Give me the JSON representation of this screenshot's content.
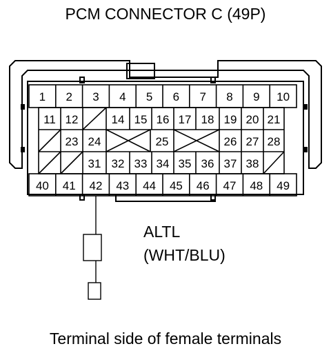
{
  "title": "PCM CONNECTOR C (49P)",
  "footer": "Terminal side of female terminals",
  "callout": {
    "line1": "ALTL",
    "line2": "(WHT/BLU)"
  },
  "connector": {
    "row1": [
      "1",
      "2",
      "3",
      "4",
      "5",
      "6",
      "7",
      "8",
      "9",
      "10"
    ],
    "row2": [
      "",
      "11",
      "12",
      "/",
      "14",
      "15",
      "16",
      "17",
      "18",
      "19",
      "20",
      "21",
      ""
    ],
    "row3": [
      "/",
      "23",
      "24",
      "X",
      "25",
      "X",
      "26",
      "27",
      "28"
    ],
    "row4": [
      "/",
      "/",
      "31",
      "32",
      "33",
      "34",
      "35",
      "36",
      "37",
      "38",
      "/"
    ],
    "row5": [
      "40",
      "41",
      "42",
      "43",
      "44",
      "45",
      "46",
      "47",
      "48",
      "49"
    ]
  },
  "highlighted_terminal": "42"
}
